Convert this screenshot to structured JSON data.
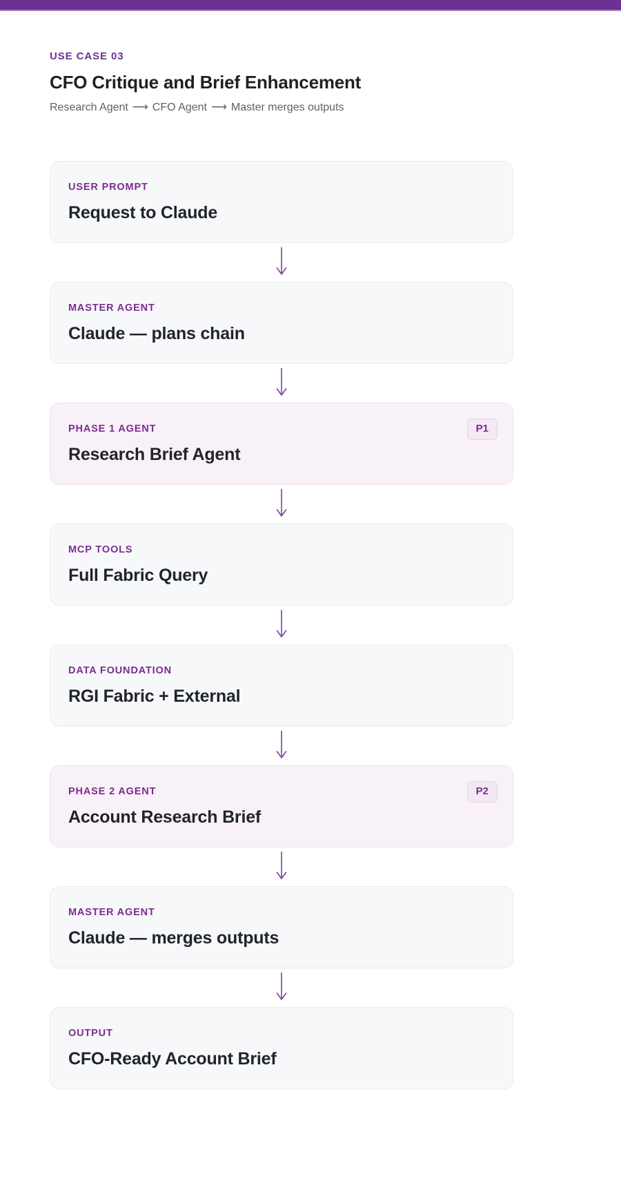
{
  "theme": {
    "brand_purple": "#6B3292",
    "label_purple": "#7B2D8E",
    "card_bg": "#F7F8FA",
    "phase_card_bg": "#F9F1F8",
    "title_color": "#21242A",
    "subtitle_color": "#5C6169"
  },
  "header": {
    "eyebrow": "USE CASE 03",
    "title": "CFO Critique and Brief Enhancement",
    "subtitle_part1": "Research Agent",
    "subtitle_arrow1": "⟶",
    "subtitle_part2": "CFO Agent",
    "subtitle_arrow2": "⟶",
    "subtitle_part3": "Master merges outputs"
  },
  "flow": {
    "steps": [
      {
        "label": "USER PROMPT",
        "title": "Request to Claude",
        "badge": null,
        "phase": false
      },
      {
        "label": "MASTER AGENT",
        "title": "Claude — plans chain",
        "badge": null,
        "phase": false
      },
      {
        "label": "PHASE 1 AGENT",
        "title": "Research Brief Agent",
        "badge": "P1",
        "phase": true
      },
      {
        "label": "MCP TOOLS",
        "title": "Full Fabric Query",
        "badge": null,
        "phase": false
      },
      {
        "label": "DATA FOUNDATION",
        "title": "RGI Fabric + External",
        "badge": null,
        "phase": false
      },
      {
        "label": "PHASE 2 AGENT",
        "title": "Account Research Brief",
        "badge": "P2",
        "phase": true
      },
      {
        "label": "MASTER AGENT",
        "title": "Claude — merges outputs",
        "badge": null,
        "phase": false
      },
      {
        "label": "OUTPUT",
        "title": "CFO-Ready Account Brief",
        "badge": null,
        "phase": false
      }
    ],
    "connector_icon": "arrow-down-icon"
  }
}
